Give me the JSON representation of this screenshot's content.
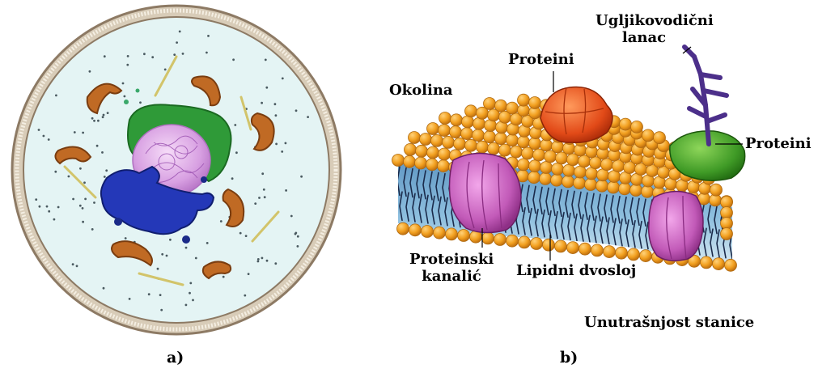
{
  "panels": [
    {
      "id": "a",
      "letter": "a)"
    },
    {
      "id": "b",
      "letter": "b)"
    }
  ],
  "labels": {
    "ugljikovodicni_1": "Ugljikovodični",
    "ugljikovodicni_2": "lanac",
    "proteini_top": "Proteini",
    "okolina": "Okolina",
    "proteini_right": "Proteini",
    "proteinski_1": "Proteinski",
    "proteinski_2": "kanalić",
    "lipidni": "Lipidni dvosloj",
    "unutrasnjost": "Unutrašnjost stanice"
  },
  "colors": {
    "cell_wall": "#b7a48f",
    "cytoplasm": "#e4f4f4",
    "mitochondria": "#c06a24",
    "er_green": "#2f9a38",
    "nucleus": "#dca6e6",
    "golgi_blue": "#2438b8",
    "lipid_head": "#f2a020",
    "bilayer_blue": "#6ea6cf",
    "channel_pink": "#c25ab8",
    "protein_orange": "#e24a18",
    "protein_green": "#3f9a26",
    "carb_chain": "#4c2f8a"
  }
}
